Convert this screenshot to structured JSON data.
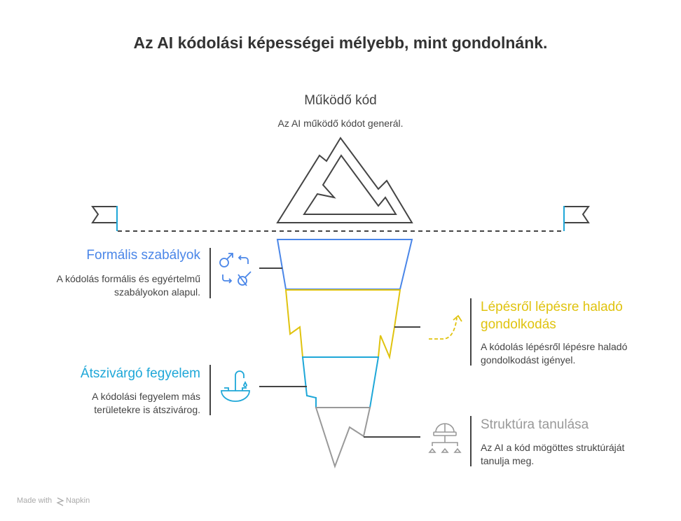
{
  "title": "Az AI kódolási képességei mélyebb, mint gondolnánk.",
  "top": {
    "heading": "Működő kód",
    "desc": "Az AI működő kódot generál."
  },
  "layers": [
    {
      "heading": "Formális szabályok",
      "desc1": "A kódolás formális és egyértelmű",
      "desc2": "szabályokon alapul.",
      "color": "#4a86e8",
      "icon": "gender-arrows-icon"
    },
    {
      "heading1": "Lépésről lépésre haladó",
      "heading2": "gondolkodás",
      "desc1": "A kódolás lépésről lépésre haladó",
      "desc2": "gondolkodást igényel.",
      "color": "#e0c30f",
      "icon": "dashed-arrow-icon"
    },
    {
      "heading": "Átszivárgó fegyelem",
      "desc1": "A kódolási fegyelem más",
      "desc2": "területekre is átszivárog.",
      "color": "#1ea7d8",
      "icon": "sink-faucet-icon"
    },
    {
      "heading": "Struktúra tanulása",
      "desc1": "Az AI a kód mögöttes struktúráját",
      "desc2": "tanulja meg.",
      "color": "#999999",
      "icon": "hardhat-hierarchy-icon"
    }
  ],
  "footer": {
    "made_with": "Made with",
    "brand": "Napkin"
  }
}
